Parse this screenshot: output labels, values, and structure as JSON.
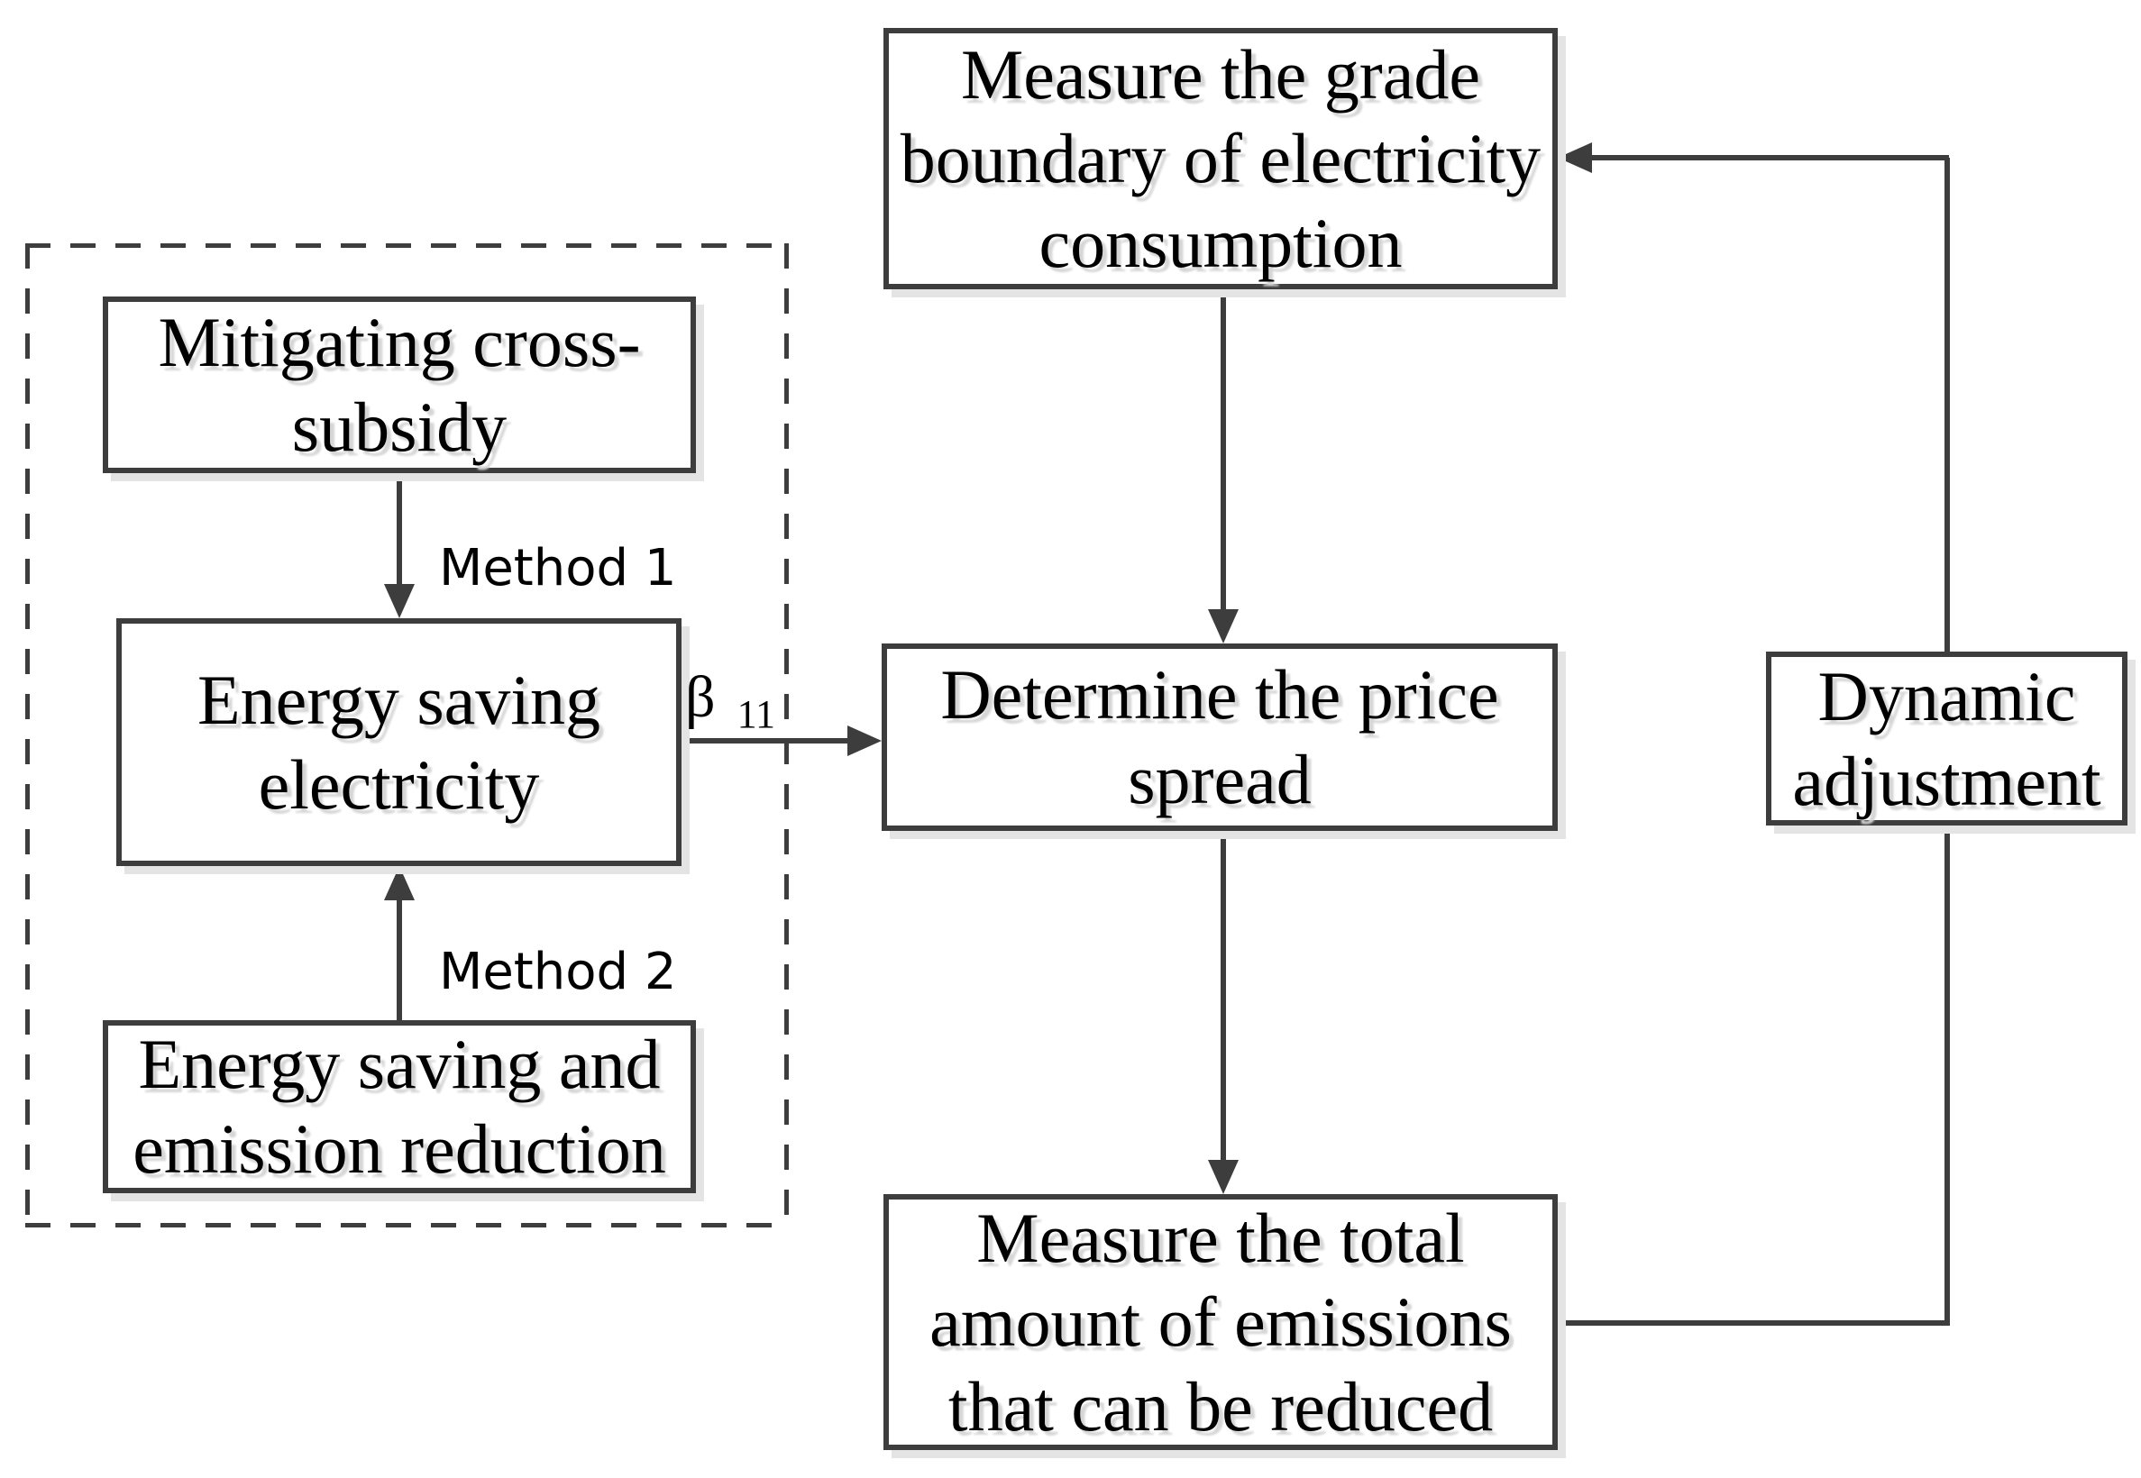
{
  "figure": {
    "colors": {
      "line": "#3d3d3d",
      "text": "#000000",
      "background": "#ffffff"
    },
    "boxes": {
      "mitigating_cross_subsidy": "Mitigating cross-\nsubsidy",
      "energy_saving_electricity": "Energy saving\nelectricity",
      "energy_saving_emission_reduction": "Energy saving and\nemission reduction",
      "measure_grade_boundary": "Measure the grade\nboundary of electricity\nconsumption",
      "determine_price_spread": "Determine the price\nspread",
      "measure_total_emissions": "Measure the total\namount of emissions\nthat can be reduced",
      "dynamic_adjustment": "Dynamic\nadjustment"
    },
    "labels": {
      "method1": "Method 1",
      "method2": "Method 2",
      "beta_symbol": "β",
      "beta_subscript": "11"
    }
  }
}
